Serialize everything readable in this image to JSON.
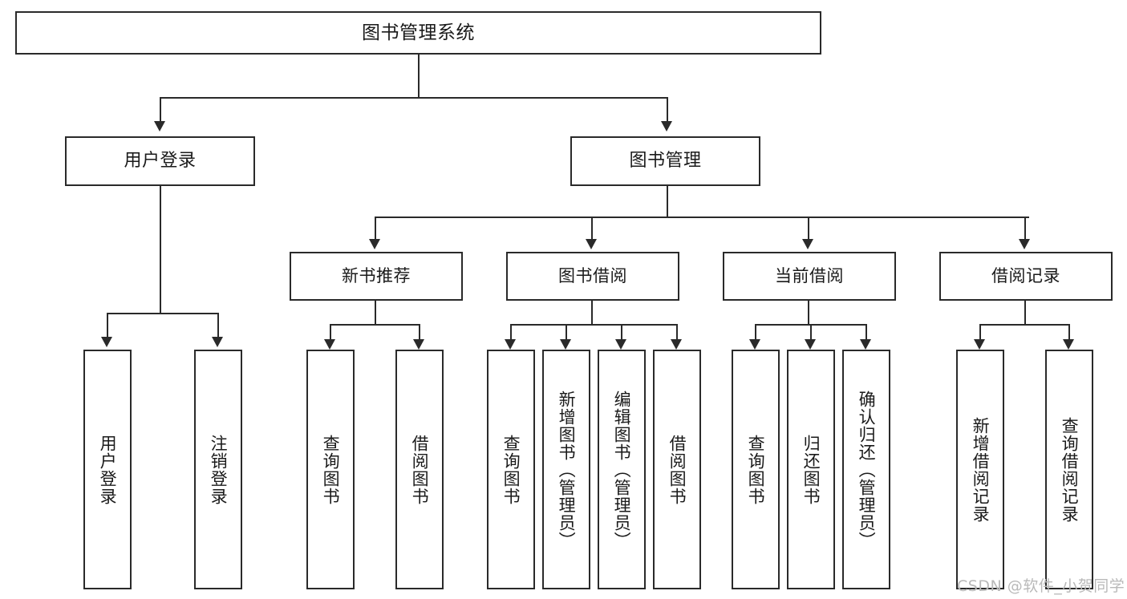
{
  "diagram": {
    "title": "图书管理系统",
    "type": "tree-hierarchy",
    "nodes": {
      "root": {
        "label": "图书管理系统"
      },
      "level2": [
        {
          "id": "user-login",
          "label": "用户登录"
        },
        {
          "id": "book-manage",
          "label": "图书管理"
        }
      ],
      "level3": [
        {
          "id": "new-book-recommend",
          "label": "新书推荐"
        },
        {
          "id": "book-borrow",
          "label": "图书借阅"
        },
        {
          "id": "current-borrow",
          "label": "当前借阅"
        },
        {
          "id": "borrow-record",
          "label": "借阅记录"
        }
      ],
      "leaves": {
        "user_login": [
          {
            "id": "leaf-user-login",
            "label": "用户登录"
          },
          {
            "id": "leaf-logout-login",
            "label": "注销登录"
          }
        ],
        "new_book_recommend": [
          {
            "id": "leaf-query-book-1",
            "label": "查询图书"
          },
          {
            "id": "leaf-borrow-book-1",
            "label": "借阅图书"
          }
        ],
        "book_borrow": [
          {
            "id": "leaf-query-book-2",
            "label": "查询图书"
          },
          {
            "id": "leaf-add-book",
            "label": "新增图书（管理员）"
          },
          {
            "id": "leaf-edit-book",
            "label": "编辑图书（管理员）"
          },
          {
            "id": "leaf-borrow-book-2",
            "label": "借阅图书"
          }
        ],
        "current_borrow": [
          {
            "id": "leaf-query-book-3",
            "label": "查询图书"
          },
          {
            "id": "leaf-return-book",
            "label": "归还图书"
          },
          {
            "id": "leaf-confirm-return",
            "label": "确认归还（管理员）"
          }
        ],
        "borrow_record": [
          {
            "id": "leaf-add-record",
            "label": "新增借阅记录"
          },
          {
            "id": "leaf-query-record",
            "label": "查询借阅记录"
          }
        ]
      }
    },
    "colors": {
      "stroke": "#2a2a2a",
      "fill": "#ffffff",
      "text": "#1a1a1a",
      "watermark": "#b9b9b9"
    }
  },
  "watermark": {
    "text": "CSDN @软件_小贺同学"
  }
}
